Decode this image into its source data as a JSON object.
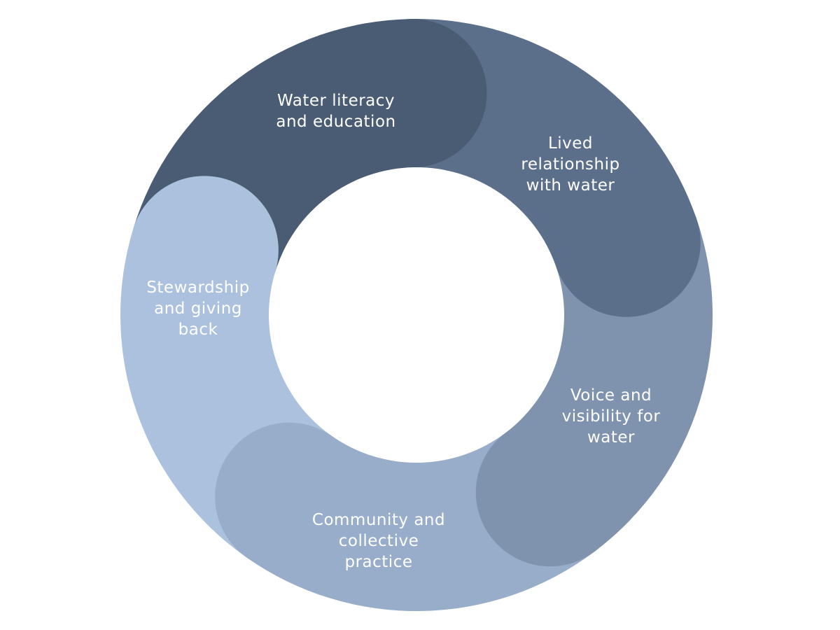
{
  "diagram": {
    "type": "cycle",
    "direction": "clockwise",
    "segments": [
      {
        "id": "water-literacy",
        "lines": [
          "Water literacy",
          "and education"
        ],
        "color": "#4a5c74"
      },
      {
        "id": "lived-relationship",
        "lines": [
          "Lived",
          "relationship",
          "with water"
        ],
        "color": "#5b6f8b"
      },
      {
        "id": "voice-visibility",
        "lines": [
          "Voice and",
          "visibility for",
          "water"
        ],
        "color": "#7f93ae"
      },
      {
        "id": "community-practice",
        "lines": [
          "Community and",
          "collective",
          "practice"
        ],
        "color": "#98adc9"
      },
      {
        "id": "stewardship",
        "lines": [
          "Stewardship",
          "and giving",
          "back"
        ],
        "color": "#abc1dd"
      }
    ]
  }
}
